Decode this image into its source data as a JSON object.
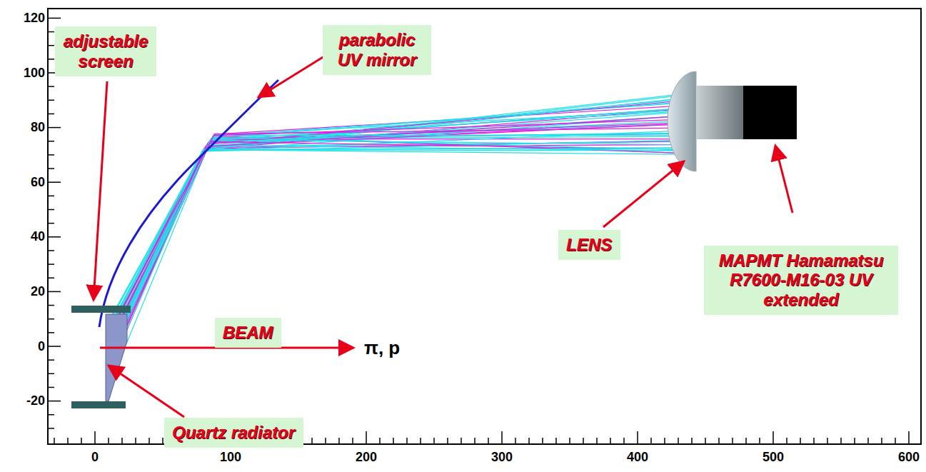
{
  "diagram": {
    "nodes": [
      {
        "text": [
          "adjustable screen"
        ]
      },
      {
        "text": [
          "parabolic UV mirror"
        ]
      },
      {
        "text": [
          "BEAM"
        ]
      },
      {
        "text": [
          "Quartz radiator"
        ]
      },
      {
        "text": [
          "LENS"
        ]
      },
      {
        "text": [
          "MAPMT Hamamatsu R7600-M16-03 UV extended"
        ]
      }
    ],
    "labels": [
      "120",
      "100",
      "80",
      "60",
      "40",
      "20",
      "0",
      "-20",
      "0",
      "100",
      "200",
      "300",
      "400",
      "500",
      "600",
      "π, p"
    ]
  }
}
